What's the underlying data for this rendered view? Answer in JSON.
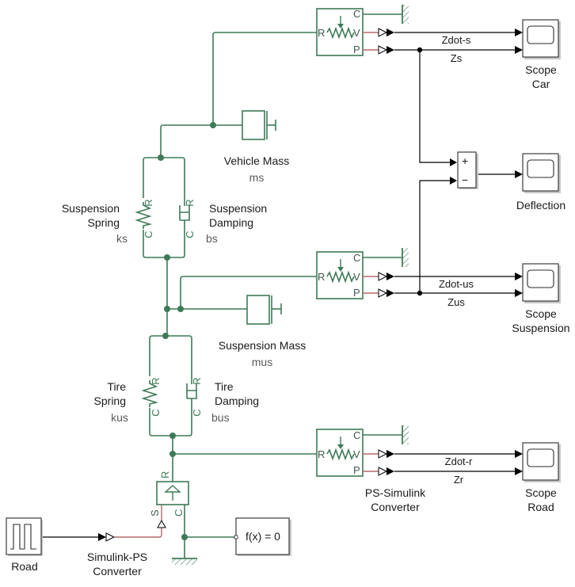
{
  "diagram": {
    "title": "Quarter-car suspension model",
    "colors": {
      "physical": "#3d7a57",
      "ps_signal": "#b56a6a",
      "simulink": "#000000"
    },
    "blocks": {
      "vehicle_mass": {
        "label": "Vehicle Mass",
        "param": "ms"
      },
      "suspension_spring": {
        "label_line1": "Suspension",
        "label_line2": "Spring",
        "param": "ks"
      },
      "suspension_damping": {
        "label_line1": "Suspension",
        "label_line2": "Damping",
        "param": "bs"
      },
      "suspension_mass": {
        "label": "Suspension Mass",
        "param": "mus"
      },
      "tire_spring": {
        "label_line1": "Tire",
        "label_line2": "Spring",
        "param": "kus"
      },
      "tire_damping": {
        "label_line1": "Tire",
        "label_line2": "Damping",
        "param": "bus"
      },
      "road": {
        "label": "Road"
      },
      "simulink_ps": {
        "label_line1": "Simulink-PS",
        "label_line2": "Converter"
      },
      "ps_simulink": {
        "label_line1": "PS-Simulink",
        "label_line2": "Converter"
      },
      "solver": {
        "label": "f(x) = 0"
      },
      "sum": {
        "plus": "+",
        "minus": "−"
      },
      "scope_car": {
        "label_line1": "Scope",
        "label_line2": "Car"
      },
      "scope_deflection": {
        "label": "Deflection"
      },
      "scope_suspension": {
        "label_line1": "Scope",
        "label_line2": "Suspension"
      },
      "scope_road": {
        "label_line1": "Scope",
        "label_line2": "Road"
      }
    },
    "ports": {
      "R": "R",
      "C": "C",
      "V": "V",
      "P": "P",
      "S": "S"
    },
    "signals": {
      "car_velocity": "Zdot-s",
      "car_position": "Zs",
      "susp_velocity": "Zdot-us",
      "susp_position": "Zus",
      "road_velocity": "Zdot-r",
      "road_position": "Zr"
    }
  }
}
